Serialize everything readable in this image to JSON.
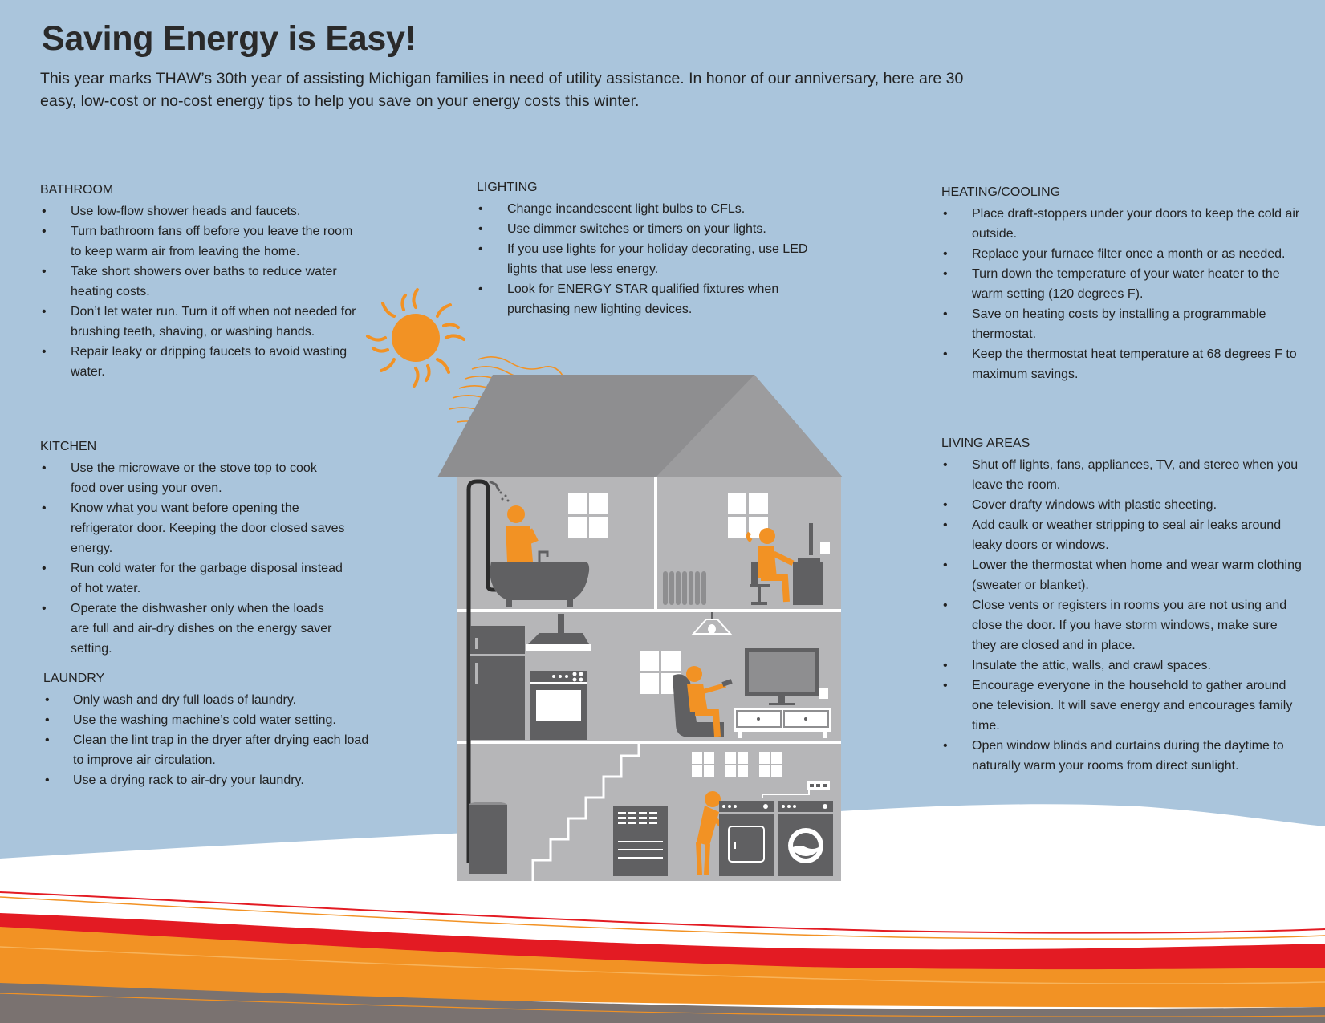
{
  "header": {
    "title": "Saving Energy is Easy!",
    "intro": "This year marks THAW’s 30th year of assisting Michigan families in need of utility assistance. In honor of our anniversary, here are 30 easy, low-cost or no-cost energy tips to help you save on your energy costs this winter."
  },
  "sections": {
    "bathroom": {
      "heading": "BATHROOM",
      "tips": [
        "Use low-flow shower heads and faucets.",
        "Turn bathroom fans off before you leave the room to keep warm air from leaving the home.",
        "Take short showers over baths to reduce water heating costs.",
        "Don’t let water run. Turn it off when not needed for brushing teeth, shaving, or washing hands.",
        "Repair leaky or dripping faucets to avoid wasting water."
      ]
    },
    "kitchen": {
      "heading": "KITCHEN",
      "tips": [
        "Use the microwave or the stove top to cook food over using your oven.",
        "Know what you want before opening the refrigerator door. Keeping the door closed saves energy.",
        "Run cold water for the garbage disposal instead of hot water.",
        "Operate the dishwasher only when the loads are full and air-dry dishes on the energy saver setting."
      ]
    },
    "laundry": {
      "heading": "LAUNDRY",
      "tips": [
        "Only wash and dry full loads of laundry.",
        "Use the washing machine’s cold water setting.",
        "Clean the lint trap in the dryer after drying each load to improve air circulation.",
        "Use a drying rack to air-dry your laundry."
      ]
    },
    "lighting": {
      "heading": "LIGHTING",
      "tips": [
        "Change incandescent light bulbs to CFLs.",
        "Use dimmer switches or timers on your lights.",
        "If you use lights for your holiday decorating, use LED lights that use less energy.",
        "Look for ENERGY STAR qualified fixtures when purchasing new lighting devices."
      ]
    },
    "heating": {
      "heading": "HEATING/COOLING",
      "tips": [
        "Place draft-stoppers under your doors to keep the cold air outside.",
        "Replace your furnace filter once a month or as needed.",
        "Turn down the temperature of your water heater to the warm setting (120 degrees F).",
        "Save on heating costs by installing a programmable thermostat.",
        "Keep the thermostat heat temperature at 68 degrees F to maximum savings."
      ]
    },
    "living": {
      "heading": "LIVING AREAS",
      "tips": [
        "Shut off lights, fans, appliances, TV, and stereo when you leave the room.",
        "Cover drafty windows with plastic sheeting.",
        "Add caulk or weather stripping to seal air leaks around leaky doors or windows.",
        "Lower the thermostat when home and wear warm clothing (sweater or blanket).",
        "Close vents or registers in rooms you are not using and close the door. If you have storm windows, make sure they are closed and in place.",
        "Insulate the attic, walls, and crawl spaces.",
        "Encourage everyone in the household to gather around one television. It will save energy and encourages family time.",
        "Open window blinds and curtains during the daytime to naturally warm your rooms from direct sunlight."
      ]
    }
  },
  "colors": {
    "sky": "#aac5dc",
    "orange": "#f29224",
    "red": "#e31b23",
    "gray_dark": "#606062",
    "gray_house": "#b6b6b8",
    "roof": "#8e8e90"
  },
  "illustration": {
    "icons": [
      "sun-icon",
      "shower-person-icon",
      "bathtub-icon",
      "desk-person-icon",
      "radiator-icon",
      "refrigerator-icon",
      "range-hood-icon",
      "oven-icon",
      "ceiling-lamp-icon",
      "armchair-person-icon",
      "television-icon",
      "water-heater-icon",
      "furnace-icon",
      "laundry-person-icon",
      "dryer-icon",
      "washing-machine-icon"
    ]
  }
}
